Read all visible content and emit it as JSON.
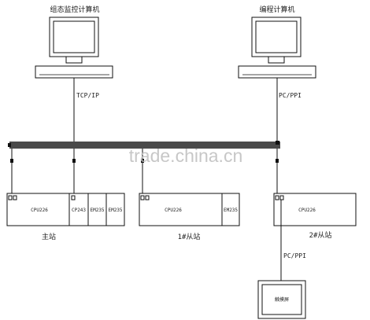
{
  "computers": {
    "supervisor_label": "组态监控计算机",
    "programming_label": "编程计算机"
  },
  "links": {
    "tcp_ip": "TCP/IP",
    "pc_ppi_top": "PC/PPI",
    "pc_ppi_bottom": "PC/PPI"
  },
  "stations": {
    "master": {
      "cpu": "CPU226",
      "cp": "CP243",
      "em1": "EM235",
      "em2": "EM235",
      "caption": "主站"
    },
    "slave1": {
      "cpu": "CPU226",
      "em": "EM235",
      "caption": "1#从站"
    },
    "slave2": {
      "cpu": "CPU226",
      "caption": "2#从站"
    }
  },
  "hmi": {
    "label": "触摸屏"
  },
  "watermark": "trade.china.cn"
}
